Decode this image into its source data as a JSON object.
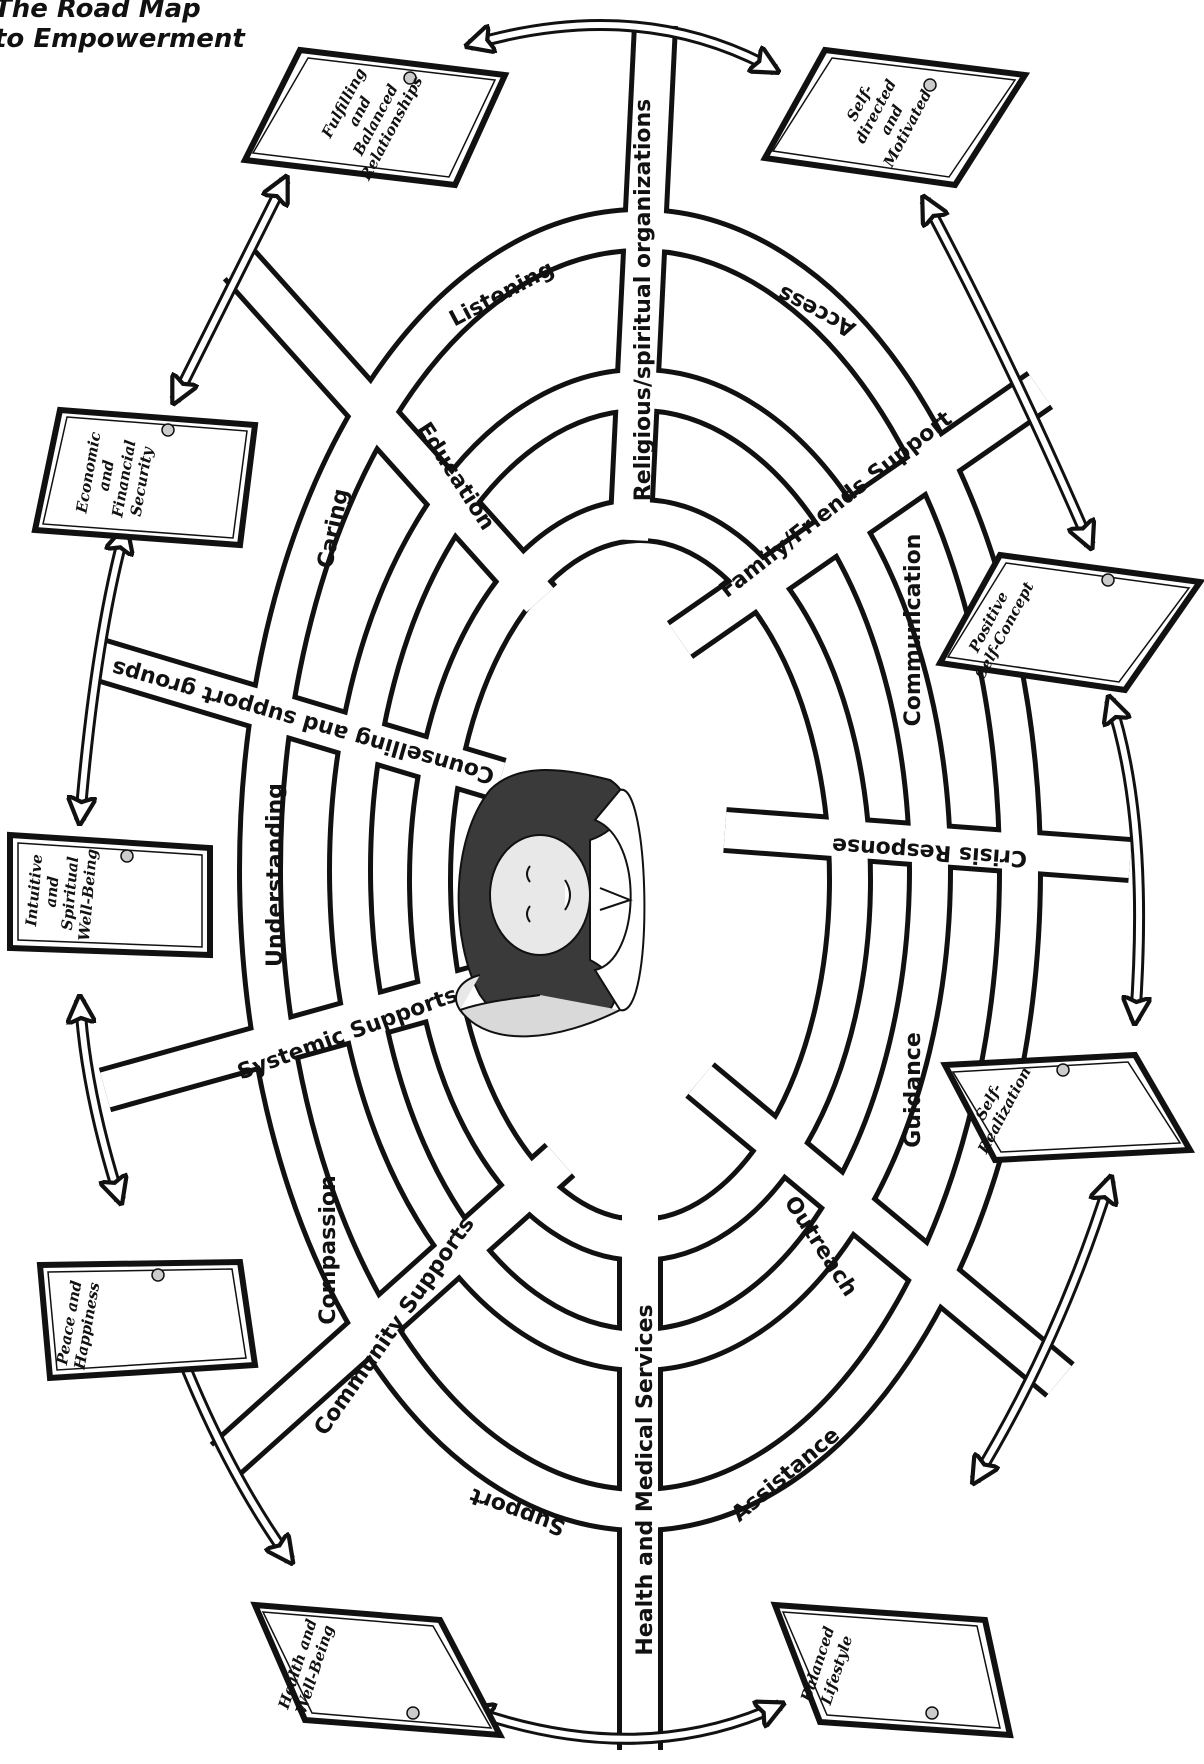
{
  "title": {
    "line1": "The Road Map",
    "line2": "to Empowerment"
  },
  "center": {
    "figure": "woman-with-hand-on-head"
  },
  "road_labels": {
    "religious": "Religious/spiritual organizations",
    "listening": "Listening",
    "access": "Access",
    "education": "Education",
    "family": "Family/Friends Support",
    "caring": "Caring",
    "communication": "Communication",
    "counselling": "Counselling and support groups",
    "understanding": "Understanding",
    "crisis": "Crisis Response",
    "systemic": "Systemic Supports",
    "guidance": "Guidance",
    "compassion": "Compassion",
    "outreach": "Outreach",
    "community": "Community Supports",
    "health": "Health and Medical Services",
    "support": "Support",
    "assistance": "Assistance"
  },
  "signs": {
    "fulfilling": [
      "Fulfilling",
      "and",
      "Balanced",
      "Relationships"
    ],
    "selfdirected": [
      "Self-",
      "directed",
      "and",
      "Motivated"
    ],
    "economic": [
      "Economic",
      "and",
      "Financial",
      "Security"
    ],
    "positive": [
      "Positive",
      "Self-Concept"
    ],
    "intuitive": [
      "Intuitive",
      "and",
      "Spiritual",
      "Well-Being"
    ],
    "selfreal": [
      "Self-",
      "Realization"
    ],
    "peace": [
      "Peace and",
      "Happiness"
    ],
    "health": [
      "Health and",
      "Well-Being"
    ],
    "balanced": [
      "Balanced",
      "Lifestyle"
    ]
  }
}
